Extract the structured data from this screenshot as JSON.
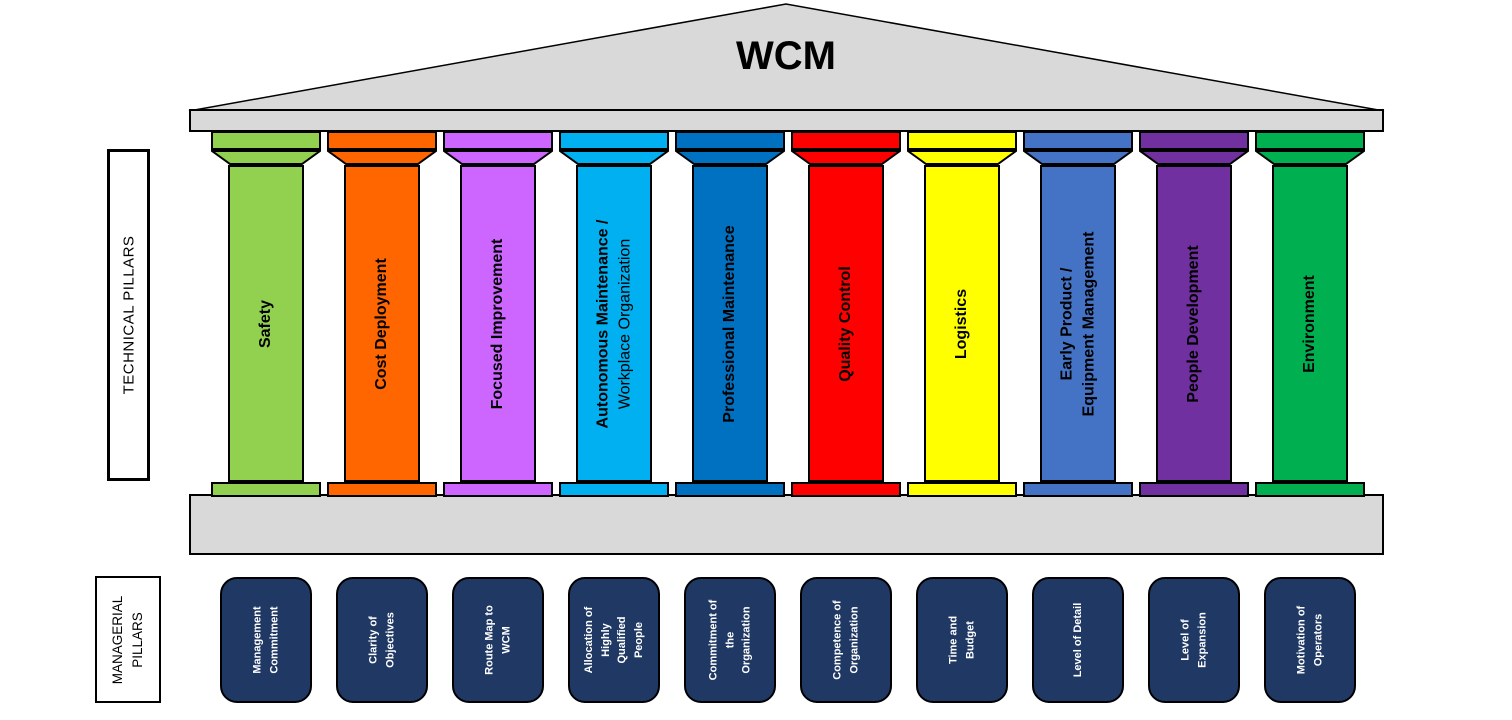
{
  "title": "WCM",
  "sections": {
    "technical": "TECHNICAL PILLARS",
    "managerial": "MANAGERIAL\nPILLARS"
  },
  "colors": {
    "structure_fill": "#D9D9D9",
    "outline": "#000000",
    "managerial_box_fill": "#1F3864",
    "managerial_box_text": "#FFFFFF"
  },
  "technical_pillars": [
    {
      "color": "#92D050",
      "lines": [
        {
          "text": "Safety",
          "bold": true
        }
      ]
    },
    {
      "color": "#FF6600",
      "lines": [
        {
          "text": "Cost Deployment",
          "bold": true
        }
      ]
    },
    {
      "color": "#CC66FF",
      "lines": [
        {
          "text": "Focused Improvement",
          "bold": true
        }
      ]
    },
    {
      "color": "#00B0F0",
      "lines": [
        {
          "text": "Autonomous Maintenance /",
          "bold": true
        },
        {
          "text": "Workplace Organization",
          "bold": false
        }
      ]
    },
    {
      "color": "#0070C0",
      "lines": [
        {
          "text": "Professional Maintenance",
          "bold": true
        }
      ]
    },
    {
      "color": "#FF0000",
      "lines": [
        {
          "text": "Quality Control",
          "bold": true
        }
      ]
    },
    {
      "color": "#FFFF00",
      "lines": [
        {
          "text": "Logistics",
          "bold": true
        }
      ]
    },
    {
      "color": "#4472C4",
      "lines": [
        {
          "text": "Early Product /",
          "bold": true
        },
        {
          "text": "Equipment Management",
          "bold": true
        }
      ]
    },
    {
      "color": "#7030A0",
      "lines": [
        {
          "text": "People Development",
          "bold": true
        }
      ]
    },
    {
      "color": "#00B050",
      "lines": [
        {
          "text": "Environment",
          "bold": true
        }
      ]
    }
  ],
  "managerial_pillars": [
    {
      "text": "Management\nCommitment"
    },
    {
      "text": "Clarity of\nObjectives"
    },
    {
      "text": "Route Map to\nWCM"
    },
    {
      "text": "Allocation of\nHighly\nQualified\nPeople"
    },
    {
      "text": "Commitment of\nthe\nOrganization"
    },
    {
      "text": "Competence of\nOrganization"
    },
    {
      "text": "Time and\nBudget"
    },
    {
      "text": "Level of Detail"
    },
    {
      "text": "Level of\nExpansion"
    },
    {
      "text": "Motivation of\nOperators"
    }
  ]
}
